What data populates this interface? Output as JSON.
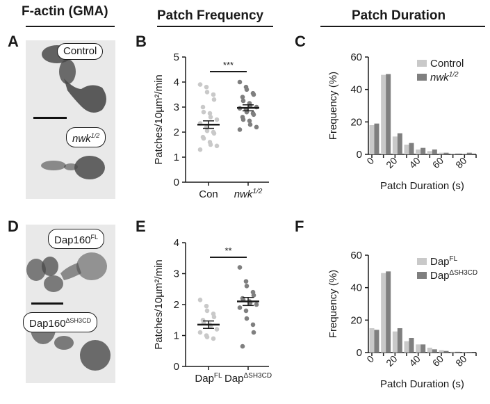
{
  "headers": {
    "factin": "F-actin (GMA)",
    "patch_frequency": "Patch Frequency",
    "patch_duration": "Patch Duration"
  },
  "panels": {
    "A": "A",
    "B": "B",
    "C": "C",
    "D": "D",
    "E": "E",
    "F": "F"
  },
  "micrograph_labels": {
    "A_top": "Control",
    "A_bottom": "nwk",
    "A_bottom_sup": "1/2",
    "D_top": "Dap160",
    "D_top_sup": "FL",
    "D_bottom": "Dap160",
    "D_bottom_sup": "ΔSH3CD"
  },
  "colors": {
    "light_gray": "#c9c9c9",
    "dark_gray": "#7f7f7f",
    "axis": "#1a1a1a"
  },
  "chart_data": [
    {
      "id": "B",
      "type": "scatter",
      "ylabel": "Patches/10µm²/min",
      "ylim": [
        0,
        5
      ],
      "yticks": [
        "0",
        "1",
        "2",
        "3",
        "4",
        "5"
      ],
      "categories": [
        "Con",
        "nwk"
      ],
      "category_sup": [
        "",
        "1/2"
      ],
      "significance": "***",
      "series": [
        {
          "category": "Con",
          "mean": 2.3,
          "sem": 0.15,
          "values": [
            3.9,
            3.8,
            3.6,
            3.5,
            3.3,
            3.0,
            2.8,
            2.75,
            2.6,
            2.5,
            2.35,
            2.2,
            2.05,
            2.0,
            1.95,
            1.8,
            1.75,
            1.6,
            1.5,
            1.45,
            1.3
          ]
        },
        {
          "category": "nwk",
          "mean": 2.97,
          "sem": 0.12,
          "values": [
            4.0,
            3.8,
            3.7,
            3.55,
            3.5,
            3.4,
            3.25,
            3.15,
            3.05,
            3.0,
            2.95,
            2.9,
            2.8,
            2.75,
            2.7,
            2.6,
            2.5,
            2.45,
            2.3,
            2.2,
            2.1
          ]
        }
      ]
    },
    {
      "id": "C",
      "type": "bar",
      "xlabel": "Patch Duration (s)",
      "ylabel": "Frequency (%)",
      "ylim": [
        0,
        60
      ],
      "yticks": [
        "0",
        "20",
        "40",
        "60"
      ],
      "xticks": [
        "0",
        "20",
        "40",
        "60",
        "80"
      ],
      "bin_edges": [
        0,
        10,
        20,
        30,
        40,
        50,
        60,
        70,
        80,
        90
      ],
      "legend": [
        "Control",
        "nwk"
      ],
      "legend_sup": [
        "",
        "1/2"
      ],
      "series": [
        {
          "name": "Control",
          "values": [
            18,
            49,
            11,
            6,
            3,
            2,
            1,
            0.5,
            0.5
          ]
        },
        {
          "name": "nwk",
          "values": [
            19,
            49.5,
            13,
            7,
            4,
            3,
            1,
            0.5,
            1
          ]
        }
      ]
    },
    {
      "id": "E",
      "type": "scatter",
      "ylabel": "Patches/10µm²/min",
      "ylim": [
        0,
        4
      ],
      "yticks": [
        "0",
        "1",
        "2",
        "3",
        "4"
      ],
      "categories": [
        "Dap",
        "Dap"
      ],
      "category_sup": [
        "FL",
        "ΔSH3CD"
      ],
      "significance": "**",
      "series": [
        {
          "category": "DapFL",
          "mean": 1.35,
          "sem": 0.12,
          "values": [
            2.15,
            1.95,
            1.8,
            1.7,
            1.6,
            1.5,
            1.4,
            1.35,
            1.3,
            1.2,
            1.1,
            1.0,
            0.95,
            0.9
          ]
        },
        {
          "category": "DapSH3CD",
          "mean": 2.1,
          "sem": 0.13,
          "values": [
            3.2,
            2.75,
            2.6,
            2.4,
            2.3,
            2.2,
            2.15,
            2.1,
            2.05,
            2.0,
            1.9,
            1.8,
            1.55,
            1.35,
            1.1,
            0.65
          ]
        }
      ]
    },
    {
      "id": "F",
      "type": "bar",
      "xlabel": "Patch Duration (s)",
      "ylabel": "Frequency (%)",
      "ylim": [
        0,
        60
      ],
      "yticks": [
        "0",
        "20",
        "40",
        "60"
      ],
      "xticks": [
        "0",
        "20",
        "40",
        "60",
        "80"
      ],
      "bin_edges": [
        0,
        10,
        20,
        30,
        40,
        50,
        60,
        70,
        80,
        90
      ],
      "legend": [
        "Dap",
        "Dap"
      ],
      "legend_sup": [
        "FL",
        "ΔSH3CD"
      ],
      "series": [
        {
          "name": "DapFL",
          "values": [
            15,
            49,
            13,
            7,
            5,
            3,
            1.5,
            0.5,
            0.3
          ]
        },
        {
          "name": "DapΔSH3CD",
          "values": [
            14,
            50,
            15,
            9,
            5,
            2,
            1,
            0.5,
            0.3
          ]
        }
      ]
    }
  ]
}
